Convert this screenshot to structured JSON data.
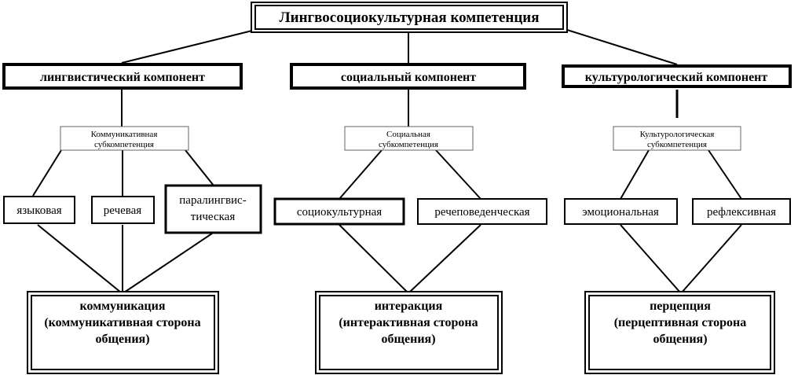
{
  "title": "Лингвосоциокультурная компетенция",
  "components": [
    {
      "label": "лингвистический компонент",
      "subcompetence": [
        "Коммуникативная",
        "субкомпетенция"
      ],
      "types": [
        [
          "языковая"
        ],
        [
          "речевая"
        ],
        [
          "паралингвис-",
          "тическая"
        ]
      ],
      "outcome": [
        "коммуникация",
        "(коммуникативная сторона",
        "общения)"
      ]
    },
    {
      "label": "социальный компонент",
      "subcompetence": [
        "Социальная",
        "субкомпетенция"
      ],
      "types": [
        [
          "социокультурная"
        ],
        [
          "речеповеденческая"
        ]
      ],
      "outcome": [
        "интеракция",
        "(интерактивная сторона",
        "общения)"
      ]
    },
    {
      "label": "культурологический компонент",
      "subcompetence": [
        "Культурологическая",
        "субкомпетенция"
      ],
      "types": [
        [
          "эмоциональная"
        ],
        [
          "рефлексивная"
        ]
      ],
      "outcome": [
        "перцепция",
        "(перцептивная сторона",
        "общения)"
      ]
    }
  ]
}
